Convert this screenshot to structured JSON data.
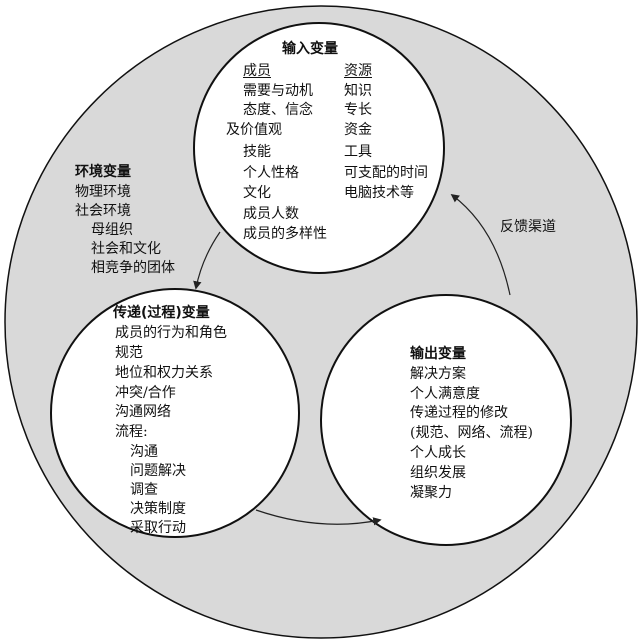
{
  "input": {
    "title": "输入变量",
    "col1_header": "成员",
    "col2_header": "资源",
    "col1_items": [
      "需要与动机",
      "态度、信念",
      "及价值观",
      "技能",
      "个人性格",
      "文化",
      "成员人数",
      "成员的多样性"
    ],
    "col2_items": [
      "知识",
      "专长",
      "资金",
      "工具",
      "可支配的时间",
      "电脑技术等"
    ]
  },
  "environment": {
    "title": "环境变量",
    "items": [
      "物理环境",
      "社会环境",
      "母组织",
      "社会和文化",
      "相竞争的团体"
    ]
  },
  "process": {
    "title": "传递(过程)变量",
    "items": [
      "成员的行为和角色",
      "规范",
      "地位和权力关系",
      "冲突/合作",
      "沟通网络",
      "流程:",
      "沟通",
      "问题解决",
      "调查",
      "决策制度",
      "采取行动"
    ]
  },
  "output": {
    "title": "输出变量",
    "items": [
      "解决方案",
      "个人满意度",
      "传递过程的修改",
      "(规范、网络、流程)",
      "个人成长",
      "组织发展",
      "凝聚力"
    ]
  },
  "feedback_label": "反馈渠道"
}
